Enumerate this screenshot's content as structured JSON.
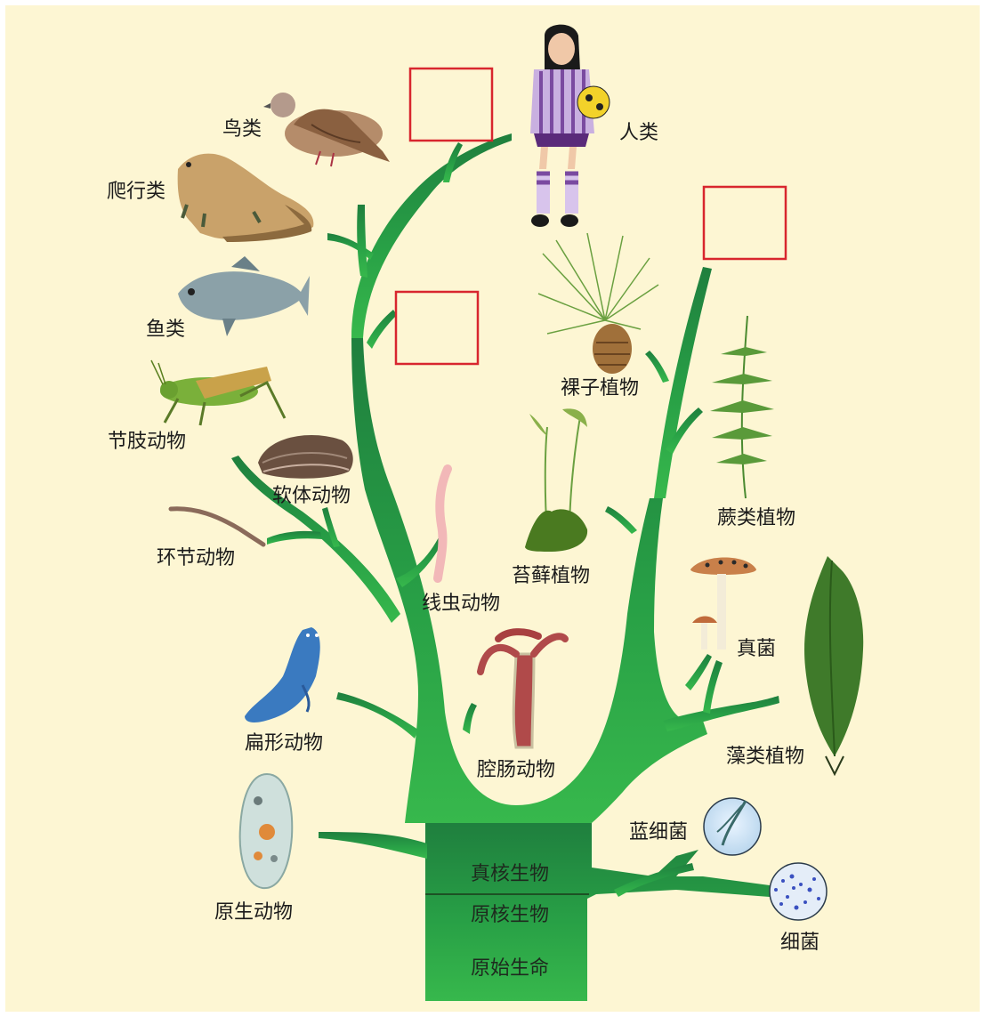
{
  "labels": {
    "bird": "鸟类",
    "reptile": "爬行类",
    "fish": "鱼类",
    "arthropod": "节肢动物",
    "mollusk": "软体动物",
    "annelid": "环节动物",
    "nematode": "线虫动物",
    "flatworm": "扁形动物",
    "protozoa": "原生动物",
    "coelenterate": "腔肠动物",
    "human": "人类",
    "gymnosperm": "裸子植物",
    "bryophyte": "苔藓植物",
    "fern": "蕨类植物",
    "fungi": "真菌",
    "algae": "藻类植物",
    "cyanobacteria": "蓝细菌",
    "bacteria": "细菌"
  },
  "trunk": {
    "eukaryote": "真核生物",
    "prokaryote": "原核生物",
    "origin": "原始生命"
  },
  "colors": {
    "background": "#fdf6d3",
    "tree_dark": "#1f8a46",
    "tree_light": "#2fb34a",
    "answer_box": "#d8262e"
  }
}
